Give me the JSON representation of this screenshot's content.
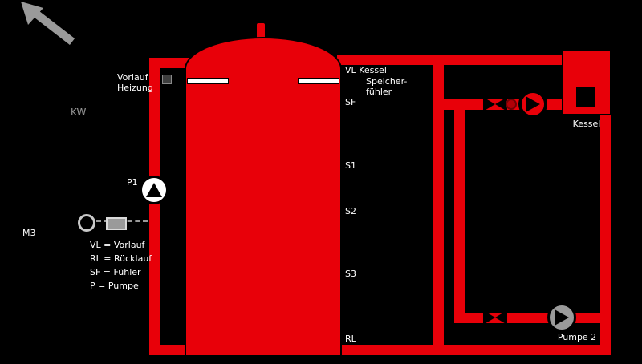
{
  "colors": {
    "pipe": "#e80009",
    "background": "#000000",
    "text": "#ffffff",
    "muted": "#9a9a9a"
  },
  "left": {
    "supply_line1": "Vorlauf",
    "supply_line2": "Heizung",
    "cold_water": "KW",
    "pump_label": "P1",
    "valve_label": "M3",
    "notes": [
      "VL = Vorlauf",
      "RL = Rücklauf",
      "SF = Fühler",
      "P = Pumpe"
    ]
  },
  "tank": {
    "top_sensor_line1": "VL Kessel",
    "top_sensor_line2": "Speicher-",
    "top_sensor_line3": "fühler",
    "top_sensor_line4": "SF",
    "sensor_1": "S1",
    "sensor_2": "S2",
    "sensor_3": "S3",
    "return_label": "RL"
  },
  "right": {
    "boiler_label": "Kessel",
    "pump_label": "Pumpe 2"
  }
}
